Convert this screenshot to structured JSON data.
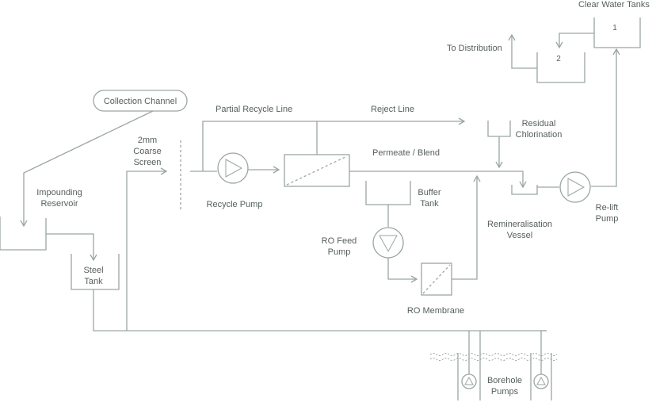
{
  "labels": {
    "clear_water_tanks": "Clear Water Tanks",
    "tank_1": "1",
    "tank_2": "2",
    "to_distribution": "To Distribution",
    "collection_channel": "Collection Channel",
    "partial_recycle_line": "Partial Recycle Line",
    "reject_line": "Reject Line",
    "residual_chlorination": [
      "Residual",
      "Chlorination"
    ],
    "coarse_screen": [
      "2mm",
      "Coarse",
      "Screen"
    ],
    "permeate_blend": "Permeate / Blend",
    "impounding_reservoir": [
      "Impounding",
      "Reservoir"
    ],
    "buffer_tank": [
      "Buffer",
      "Tank"
    ],
    "recycle_pump": "Recycle Pump",
    "remineralisation_vessel": [
      "Remineralisation",
      "Vessel"
    ],
    "relift_pump": [
      "Re-lift",
      "Pump"
    ],
    "ro_feed_pump": [
      "RO Feed",
      "Pump"
    ],
    "steel_tank": [
      "Steel",
      "Tank"
    ],
    "ro_membrane": "RO Membrane",
    "borehole_pumps": [
      "Borehole",
      "Pumps"
    ]
  }
}
